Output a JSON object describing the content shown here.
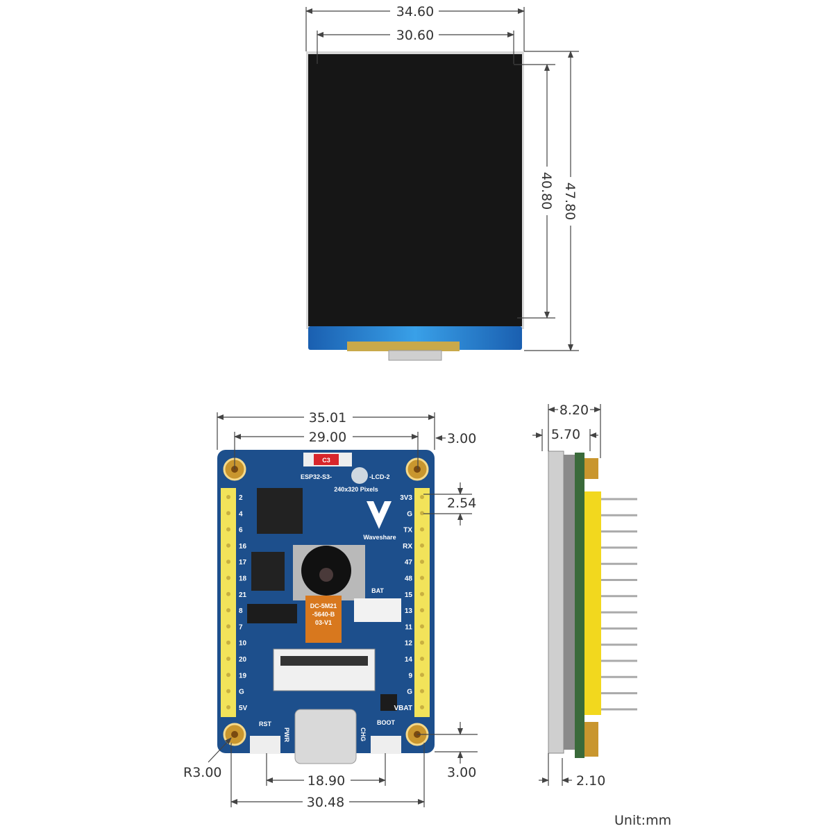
{
  "dimensions": {
    "lcd_width_outer": "34.60",
    "lcd_width_active": "30.60",
    "lcd_height_active": "40.80",
    "lcd_height_outer": "47.80",
    "board_width": "35.01",
    "hole_spacing_x": "29.00",
    "hole_edge_offset_x": "3.00",
    "pin_pitch": "2.54",
    "hole_edge_offset_y": "3.00",
    "corner_radius": "R3.00",
    "usb_span": "18.90",
    "header_span": "30.48",
    "side_total_thickness": "8.20",
    "side_body_thickness": "5.70",
    "side_pcb_thickness": "2.10"
  },
  "unit_label": "Unit:mm",
  "board": {
    "title": "ESP32-S3-",
    "title_suffix": "-LCD-2",
    "subtitle": "240x320 Pixels",
    "brand": "Waveshare",
    "cap_label": "C3",
    "camera_label": [
      "DC-5M21",
      "-5640-B",
      "03-V1"
    ],
    "bat_label": "BAT",
    "buttons": {
      "rst": "RST",
      "boot": "BOOT",
      "pwr": "PWR",
      "chg": "CHG"
    },
    "left_pins": [
      "2",
      "4",
      "6",
      "16",
      "17",
      "18",
      "21",
      "8",
      "7",
      "10",
      "20",
      "19",
      "G",
      "5V"
    ],
    "right_pins": [
      "3V3",
      "G",
      "TX",
      "RX",
      "47",
      "48",
      "15",
      "13",
      "11",
      "12",
      "14",
      "9",
      "G",
      "VBAT"
    ]
  },
  "colors": {
    "pcb": "#1d4f8c",
    "header": "#f2e35a",
    "screen": "#161616",
    "gold": "#c9962e"
  }
}
